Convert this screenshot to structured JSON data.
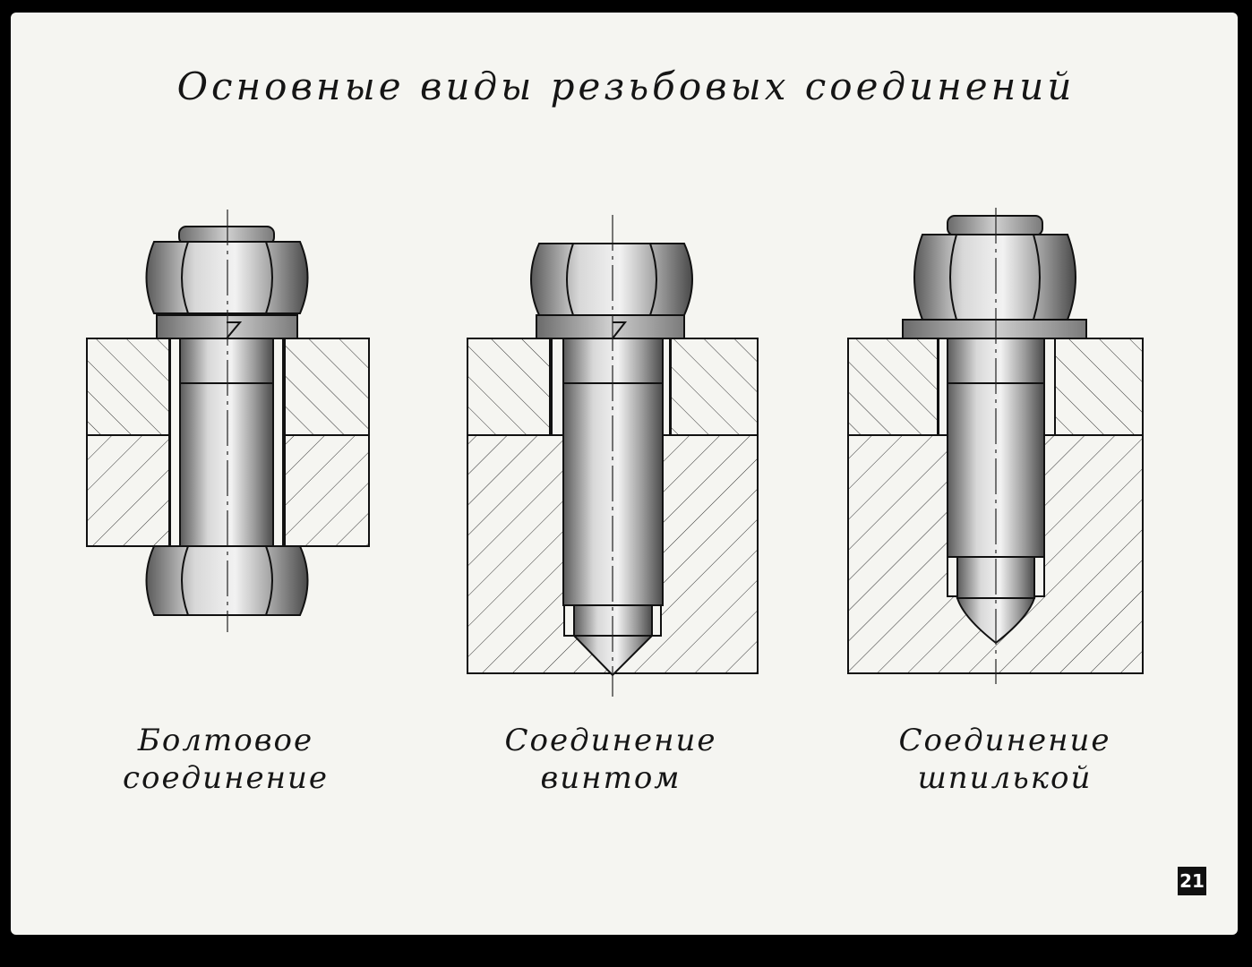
{
  "title": "Основные виды резьбовых соединений",
  "connections": [
    {
      "line1": "Болтовое",
      "line2": "соединение"
    },
    {
      "line1": "Соединение",
      "line2": "винтом"
    },
    {
      "line1": "Соединение",
      "line2": "шпилькой"
    }
  ],
  "page_number": "21",
  "colors": {
    "background": "#f5f5f1",
    "border": "#000000",
    "ink": "#151515"
  }
}
